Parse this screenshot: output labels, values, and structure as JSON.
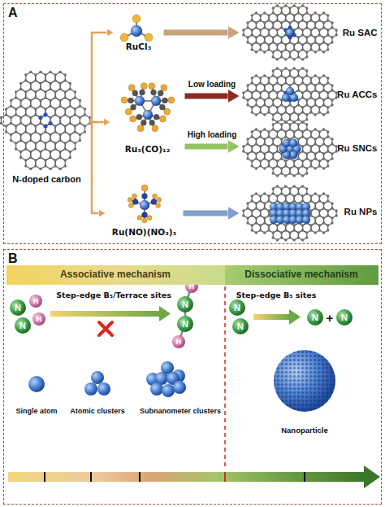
{
  "diagram": {
    "nodes": [
      {
        "text": [
          "A"
        ]
      },
      {
        "text": [
          "N-doped carbon"
        ],
        "in": 0
      },
      {
        "text": [
          "RuCl₃"
        ],
        "in": 0
      },
      {
        "text": [
          "Ru₃(CO)₁₂"
        ],
        "in": 0
      },
      {
        "text": [
          "Ru(NO)(NO₃)₃"
        ],
        "in": 0
      },
      {
        "text": [
          "Ru SAC"
        ],
        "in": 0
      },
      {
        "text": [
          "Ru ACCs"
        ],
        "in": 0
      },
      {
        "text": [
          "Ru SNCs"
        ],
        "in": 0
      },
      {
        "text": [
          "Ru NPs"
        ],
        "in": 0
      },
      {
        "text": [
          "B"
        ]
      },
      {
        "text": [
          "Associative mechanism"
        ],
        "in": 9
      },
      {
        "text": [
          "Dissociative mechanism"
        ],
        "in": 9
      }
    ],
    "edges": [
      {
        "from": 1,
        "to": 2,
        "arrow": "to"
      },
      {
        "from": 1,
        "to": 3,
        "arrow": "to"
      },
      {
        "from": 1,
        "to": 4,
        "arrow": "to"
      },
      {
        "from": 2,
        "to": 5,
        "arrow": "to"
      },
      {
        "from": 3,
        "to": 6,
        "label": "Low loading",
        "arrow": "to"
      },
      {
        "from": 3,
        "to": 7,
        "label": "High loading",
        "arrow": "to"
      },
      {
        "from": 4,
        "to": 8,
        "arrow": "to"
      }
    ],
    "labels": [
      "Step-edge B₅/Terrace sites",
      "N",
      "N",
      "H",
      "H",
      "H",
      "N",
      "N",
      "H",
      "Step-edge B₅ sites",
      "N",
      "N",
      "N",
      "+",
      "N",
      "Single atom",
      "Atomic clusters",
      "Subnanometer clusters",
      "Nanoparticle"
    ]
  }
}
